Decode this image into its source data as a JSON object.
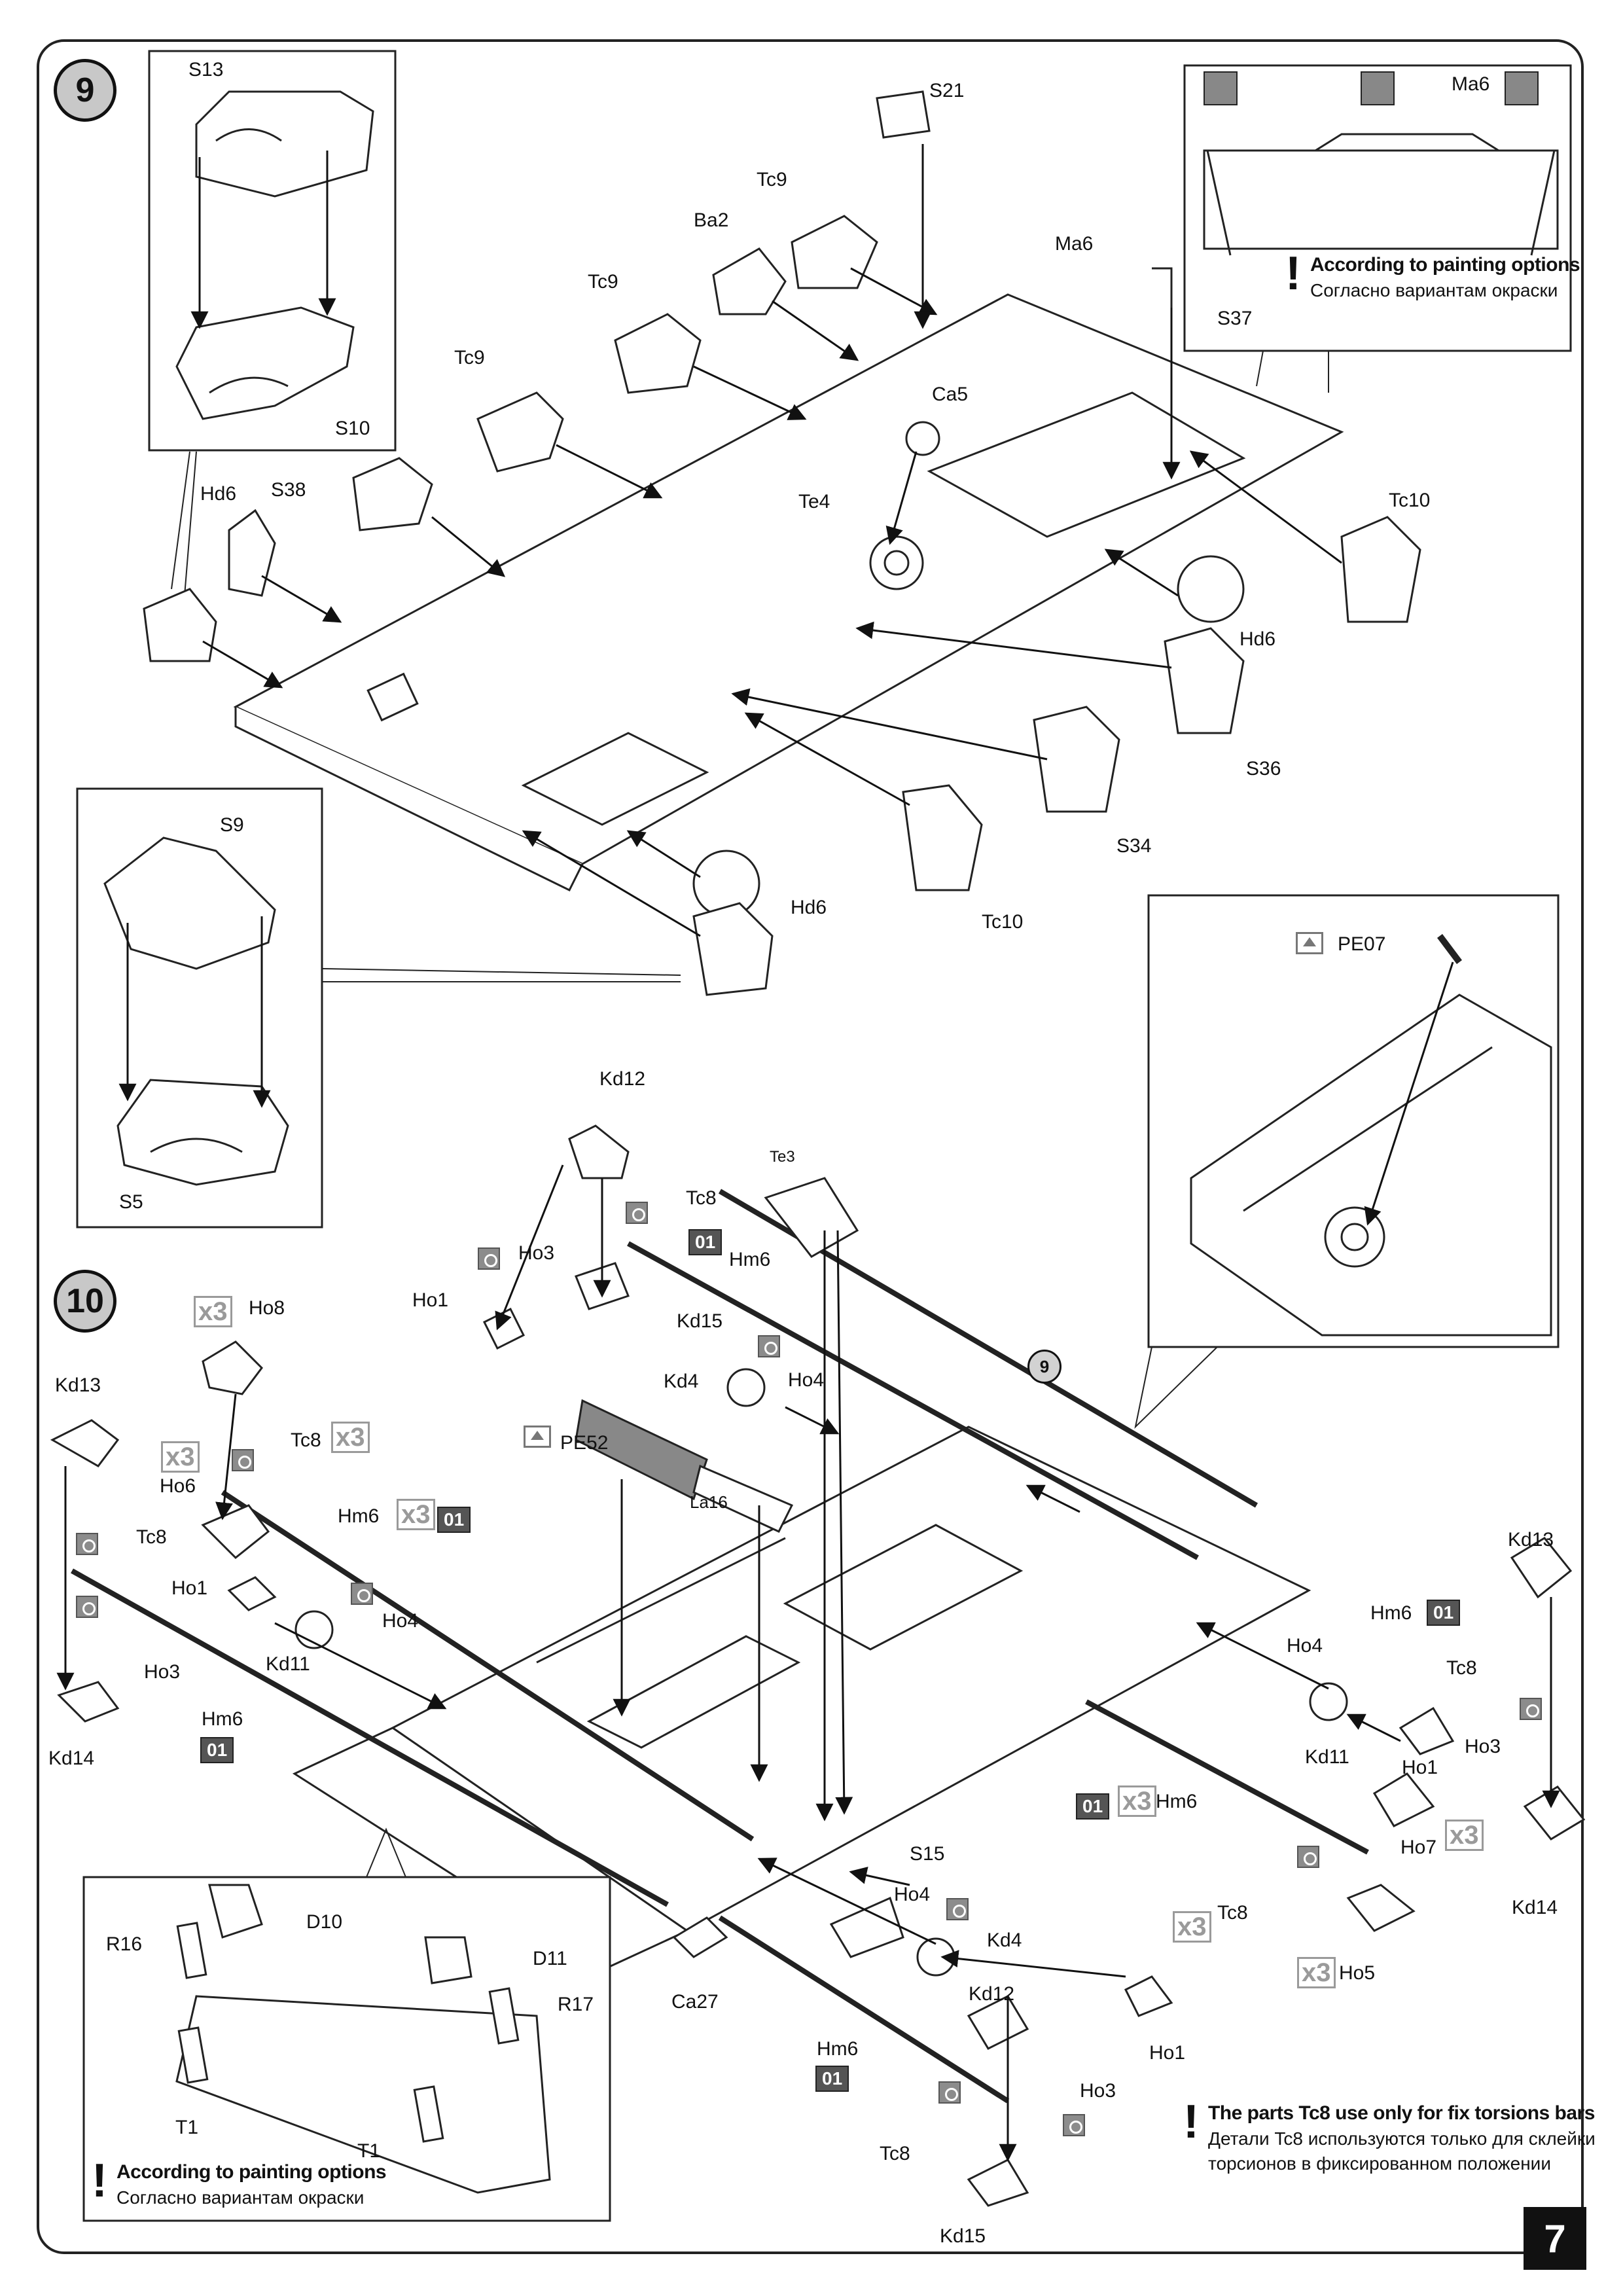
{
  "steps": {
    "s9": "9",
    "s10": "10",
    "ref9": "9"
  },
  "page_number": "7",
  "labels": {
    "S13": "S13",
    "S10": "S10",
    "S9": "S9",
    "S5": "S5",
    "S21": "S21",
    "S37": "S37",
    "S38": "S38",
    "S36": "S36",
    "S34": "S34",
    "S15": "S15",
    "Ma6_top": "Ma6",
    "Ma6_main": "Ma6",
    "Tc9_a": "Tc9",
    "Tc9_b": "Tc9",
    "Tc9_c": "Tc9",
    "Ba2": "Ba2",
    "Ca5": "Ca5",
    "Te4": "Te4",
    "Tc10_a": "Tc10",
    "Tc10_b": "Tc10",
    "Hd6_a": "Hd6",
    "Hd6_b": "Hd6",
    "Hd6_c": "Hd6",
    "PE07": "PE07",
    "PE52": "PE52",
    "Kd12_a": "Kd12",
    "Kd12_b": "Kd12",
    "Te3": "Te3",
    "Tc8_a": "Tc8",
    "Tc8_b": "Tc8",
    "Tc8_c": "Tc8",
    "Tc8_d": "Tc8",
    "Tc8_e": "Tc8",
    "Tc8_f": "Tc8",
    "Hm6_a": "Hm6",
    "Hm6_b": "Hm6",
    "Hm6_c": "Hm6",
    "Hm6_d": "Hm6",
    "Hm6_e": "Hm6",
    "Hm6_f": "Hm6",
    "Ho1_a": "Ho1",
    "Ho1_b": "Ho1",
    "Ho1_c": "Ho1",
    "Ho1_d": "Ho1",
    "Ho3_a": "Ho3",
    "Ho3_b": "Ho3",
    "Ho3_c": "Ho3",
    "Ho3_d": "Ho3",
    "Ho4_a": "Ho4",
    "Ho4_b": "Ho4",
    "Ho4_c": "Ho4",
    "Ho4_d": "Ho4",
    "Ho5": "Ho5",
    "Ho6": "Ho6",
    "Ho7": "Ho7",
    "Ho8": "Ho8",
    "Kd4_a": "Kd4",
    "Kd4_b": "Kd4",
    "Kd11_a": "Kd11",
    "Kd11_b": "Kd11",
    "Kd13_a": "Kd13",
    "Kd13_b": "Kd13",
    "Kd14_a": "Kd14",
    "Kd14_b": "Kd14",
    "Kd15_a": "Kd15",
    "Kd15_b": "Kd15",
    "La16": "La16",
    "Ca27": "Ca27",
    "D10": "D10",
    "D11": "D11",
    "R16": "R16",
    "R17": "R17",
    "T1_a": "T1",
    "T1_b": "T1"
  },
  "markers": {
    "tag01": "01",
    "x3": "x3"
  },
  "notes": {
    "paint_top": {
      "en": "According to painting options",
      "ru": "Согласно вариантам окраски"
    },
    "paint_bottom": {
      "en": "According to painting options",
      "ru": "Согласно вариантам окраски"
    },
    "torsion": {
      "en": "The parts Tc8 use only for fix torsions bars",
      "ru1": "Детали Tc8 используются только для склейки",
      "ru2": "торсионов в фиксированном положении"
    }
  }
}
